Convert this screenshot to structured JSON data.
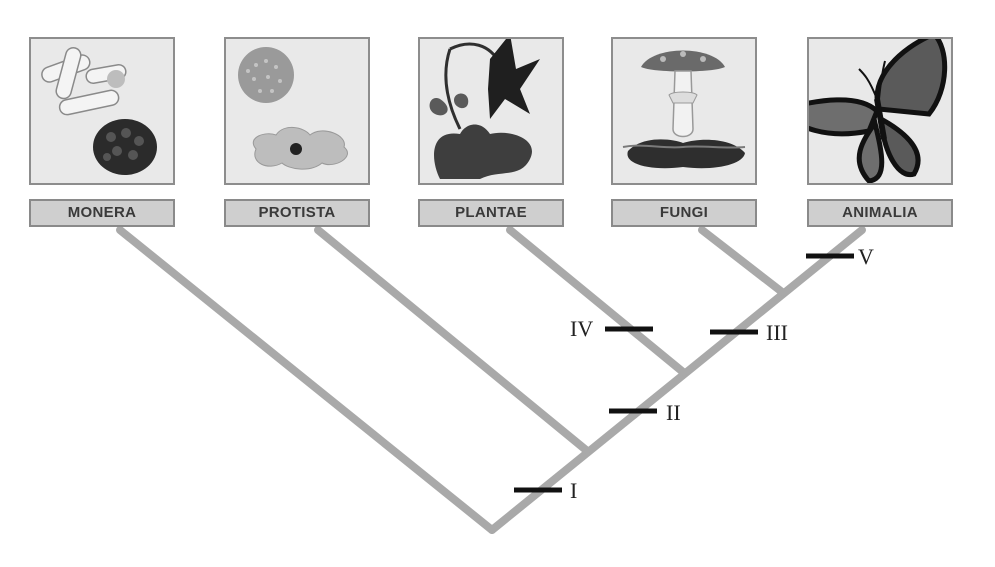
{
  "kingdoms": [
    {
      "name": "MONERA",
      "icon": "bacteria-icon"
    },
    {
      "name": "PROTISTA",
      "icon": "protist-icon"
    },
    {
      "name": "PLANTAE",
      "icon": "flower-plant-icon"
    },
    {
      "name": "FUNGI",
      "icon": "mushroom-icon"
    },
    {
      "name": "ANIMALIA",
      "icon": "butterfly-icon"
    }
  ],
  "markers": [
    "I",
    "II",
    "III",
    "IV",
    "V"
  ],
  "colors": {
    "branch": "#a9a9a9",
    "marker": "#111111",
    "panel": "#e9e9e9",
    "label_bg": "#cfcfcf"
  }
}
